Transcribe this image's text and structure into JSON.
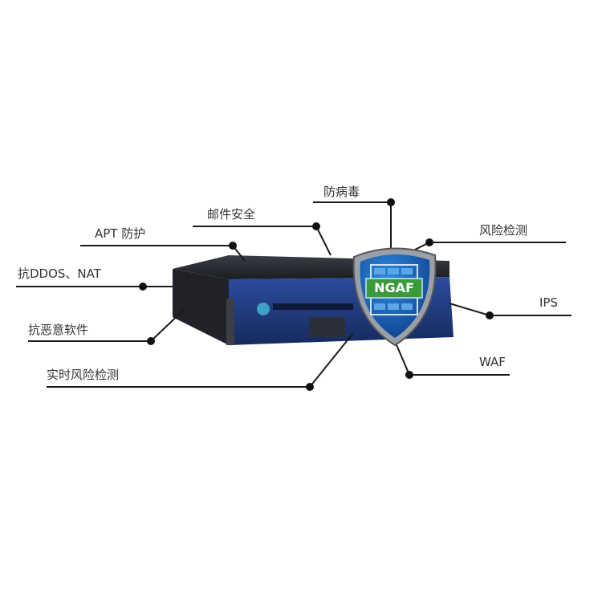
{
  "labels": {
    "antivirus": "防病毒",
    "mail_security": "邮件安全",
    "apt": "APT 防护",
    "ddos_nat": "抗DDOS、NAT",
    "anti_malware": "抗恶意软件",
    "realtime_risk": "实时风险检测",
    "risk_detection": "风险检测",
    "ips": "IPS",
    "waf": "WAF"
  },
  "shield": {
    "text": "NGAF"
  },
  "colors": {
    "line": "#1a1a1a",
    "device_blue": "#1f3f8f",
    "shield_blue": "#1565c0",
    "ngaf_green": "#3a9a3a"
  }
}
